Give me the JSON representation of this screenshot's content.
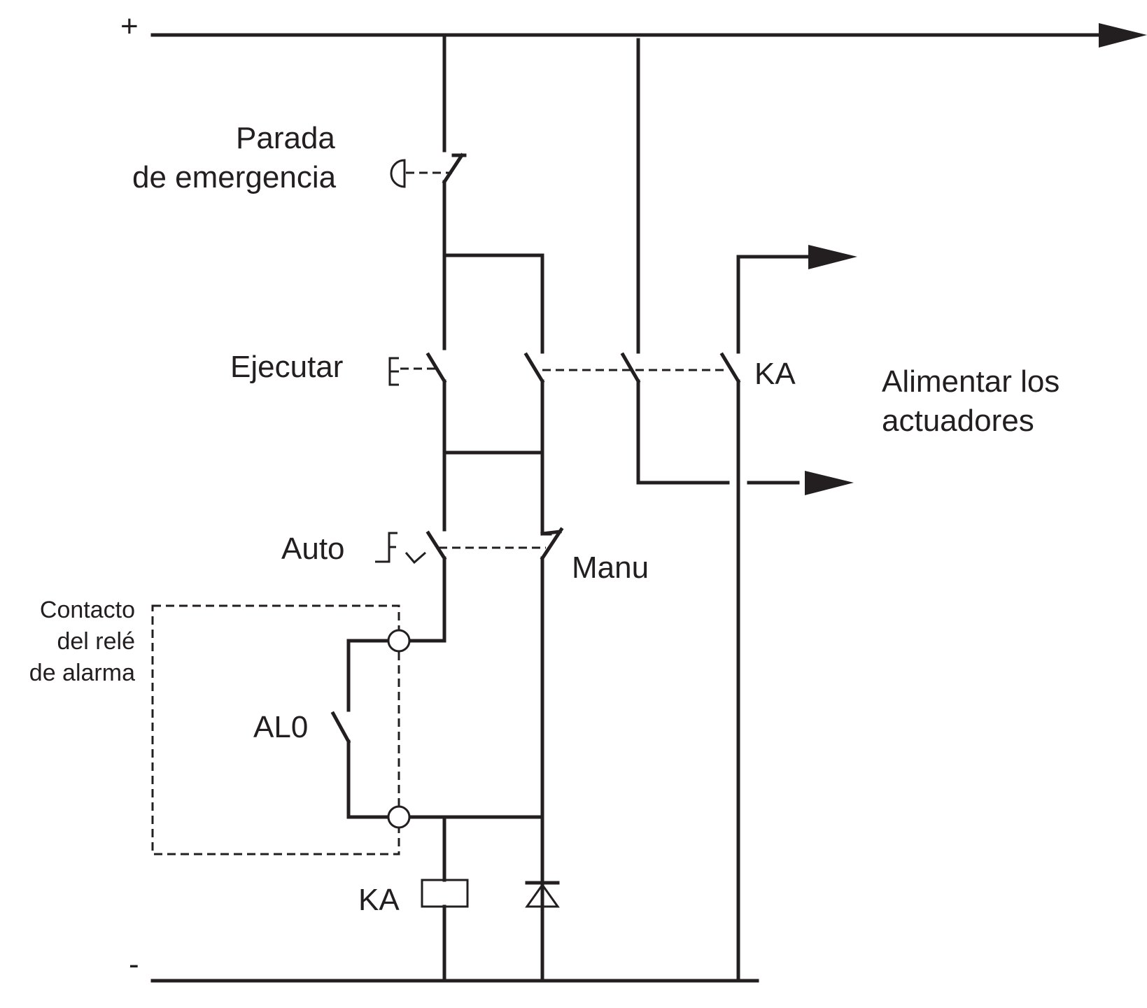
{
  "labels": {
    "plus": "+",
    "minus": "-",
    "parada_line1": "Parada",
    "parada_line2": "de emergencia",
    "ejecutar": "Ejecutar",
    "ka_contact": "KA",
    "alimentar_line1": "Alimentar los",
    "alimentar_line2": "actuadores",
    "auto": "Auto",
    "manu": "Manu",
    "contacto_line1": "Contacto",
    "contacto_line2": "del relé",
    "contacto_line3": "de alarma",
    "al0": "AL0",
    "ka_coil": "KA"
  },
  "colors": {
    "line": "#231f20",
    "background": "#ffffff"
  }
}
